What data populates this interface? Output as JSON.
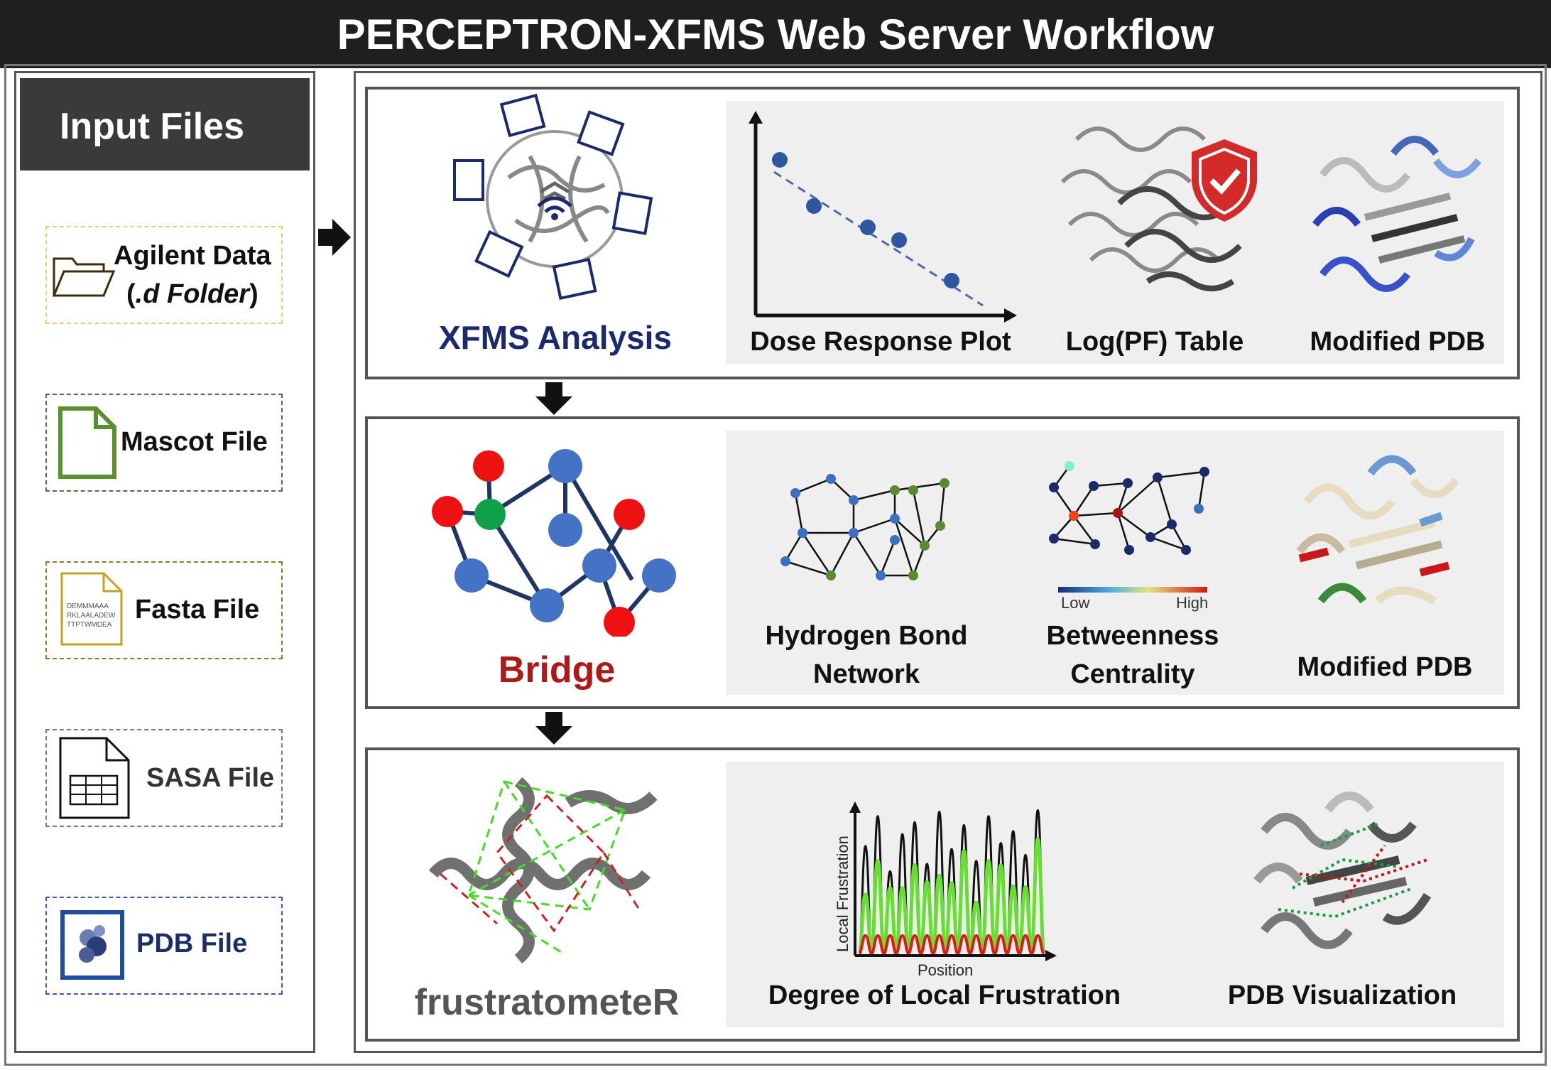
{
  "title": "PERCEPTRON-XFMS Web Server Workflow",
  "inputs": {
    "header": "Input Files",
    "agilent_line1": "Agilent Data",
    "agilent_line2_a": "(",
    "agilent_line2_b": ".d Folder",
    "agilent_line2_c": ")",
    "mascot": "Mascot File",
    "fasta": "Fasta File",
    "fasta_icon_text": [
      "DEMMMAAA",
      "RKLAALADEW",
      "TTPTWMDEA"
    ],
    "sasa": "SASA File",
    "pdb": "PDB File"
  },
  "stage1": {
    "tool": "XFMS Analysis",
    "outputs": [
      "Dose Response Plot",
      "Log(PF) Table",
      "Modified PDB"
    ]
  },
  "stage2": {
    "tool": "Bridge",
    "hbond_line1": "Hydrogen Bond",
    "hbond_line2": "Network",
    "between_line1": "Betweenness",
    "between_line2": "Centrality",
    "scale_low": "Low",
    "scale_high": "High",
    "modified": "Modified PDB"
  },
  "stage3": {
    "tool": "frustratometeR",
    "ylabel": "Local Frustration",
    "xlabel": "Position",
    "frustration": "Degree of Local Frustration",
    "pdbvis": "PDB Visualization"
  },
  "colors": {
    "xfms": "#1a2a6c",
    "bridge": "#b01818",
    "frustratometer": "#555555",
    "node_blue": "#4472c4",
    "node_red": "#ee1111",
    "node_green": "#11a04a"
  }
}
